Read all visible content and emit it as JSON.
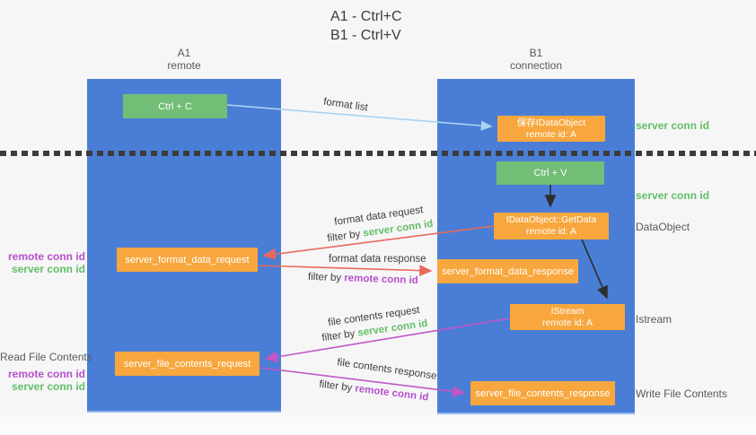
{
  "title": {
    "line1": "A1 - Ctrl+C",
    "line2": "B1 - Ctrl+V"
  },
  "columns": {
    "left": {
      "name": "A1",
      "subtitle": "remote"
    },
    "right": {
      "name": "B1",
      "subtitle": "connection"
    }
  },
  "nodes": {
    "ctrl_c": "Ctrl + C",
    "ctrl_v": "Ctrl + V",
    "save_idataobject": {
      "line1": "保存IDataObject",
      "line2": "remote id: A"
    },
    "getdata": {
      "line1": "IDataObject::GetData",
      "line2": "remote id: A"
    },
    "istream": {
      "line1": "IStream",
      "line2": "remote id: A"
    },
    "format_request": "server_format_data_request",
    "format_response": "server_format_data_response",
    "file_request": "server_file_contents_request",
    "file_response": "server_file_contents_response"
  },
  "arrow_labels": {
    "format_list": "format list",
    "format_data_request": "format data request",
    "format_data_response": "format data response",
    "file_contents_request": "file contents request",
    "file_contents_response": "file contents response",
    "filter_by": "filter by "
  },
  "terms": {
    "server_conn_id": "server conn id",
    "remote_conn_id": "remote conn id"
  },
  "side_labels": {
    "dataobject": "DataObject",
    "istream": "Istream",
    "write_file_contents": "Write File Contents",
    "read_file_contents": "Read File Contents"
  },
  "colors": {
    "lifeline_blue": "#4a7ed6",
    "node_orange": "#f7a73e",
    "node_green": "#72be76",
    "arrow_red": "#e8695c",
    "arrow_magenta": "#c057c8",
    "arrow_lightblue": "#a9d3f1",
    "server_conn_green": "#63be67",
    "remote_conn_purple": "#b650cc",
    "background": "#f6f6f7"
  }
}
